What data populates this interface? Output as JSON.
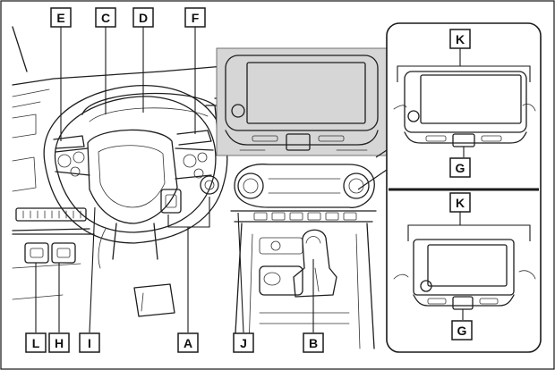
{
  "callouts": {
    "E": "E",
    "C": "C",
    "D": "D",
    "F": "F",
    "K1": "K",
    "G1": "G",
    "K2": "K",
    "G2": "G",
    "L": "L",
    "H": "H",
    "I": "I",
    "A": "A",
    "J": "J",
    "B": "B"
  },
  "colors": {
    "highlight": "#d6d6d6",
    "screen": "#dcdcdc",
    "line": "#1e1e1e"
  }
}
